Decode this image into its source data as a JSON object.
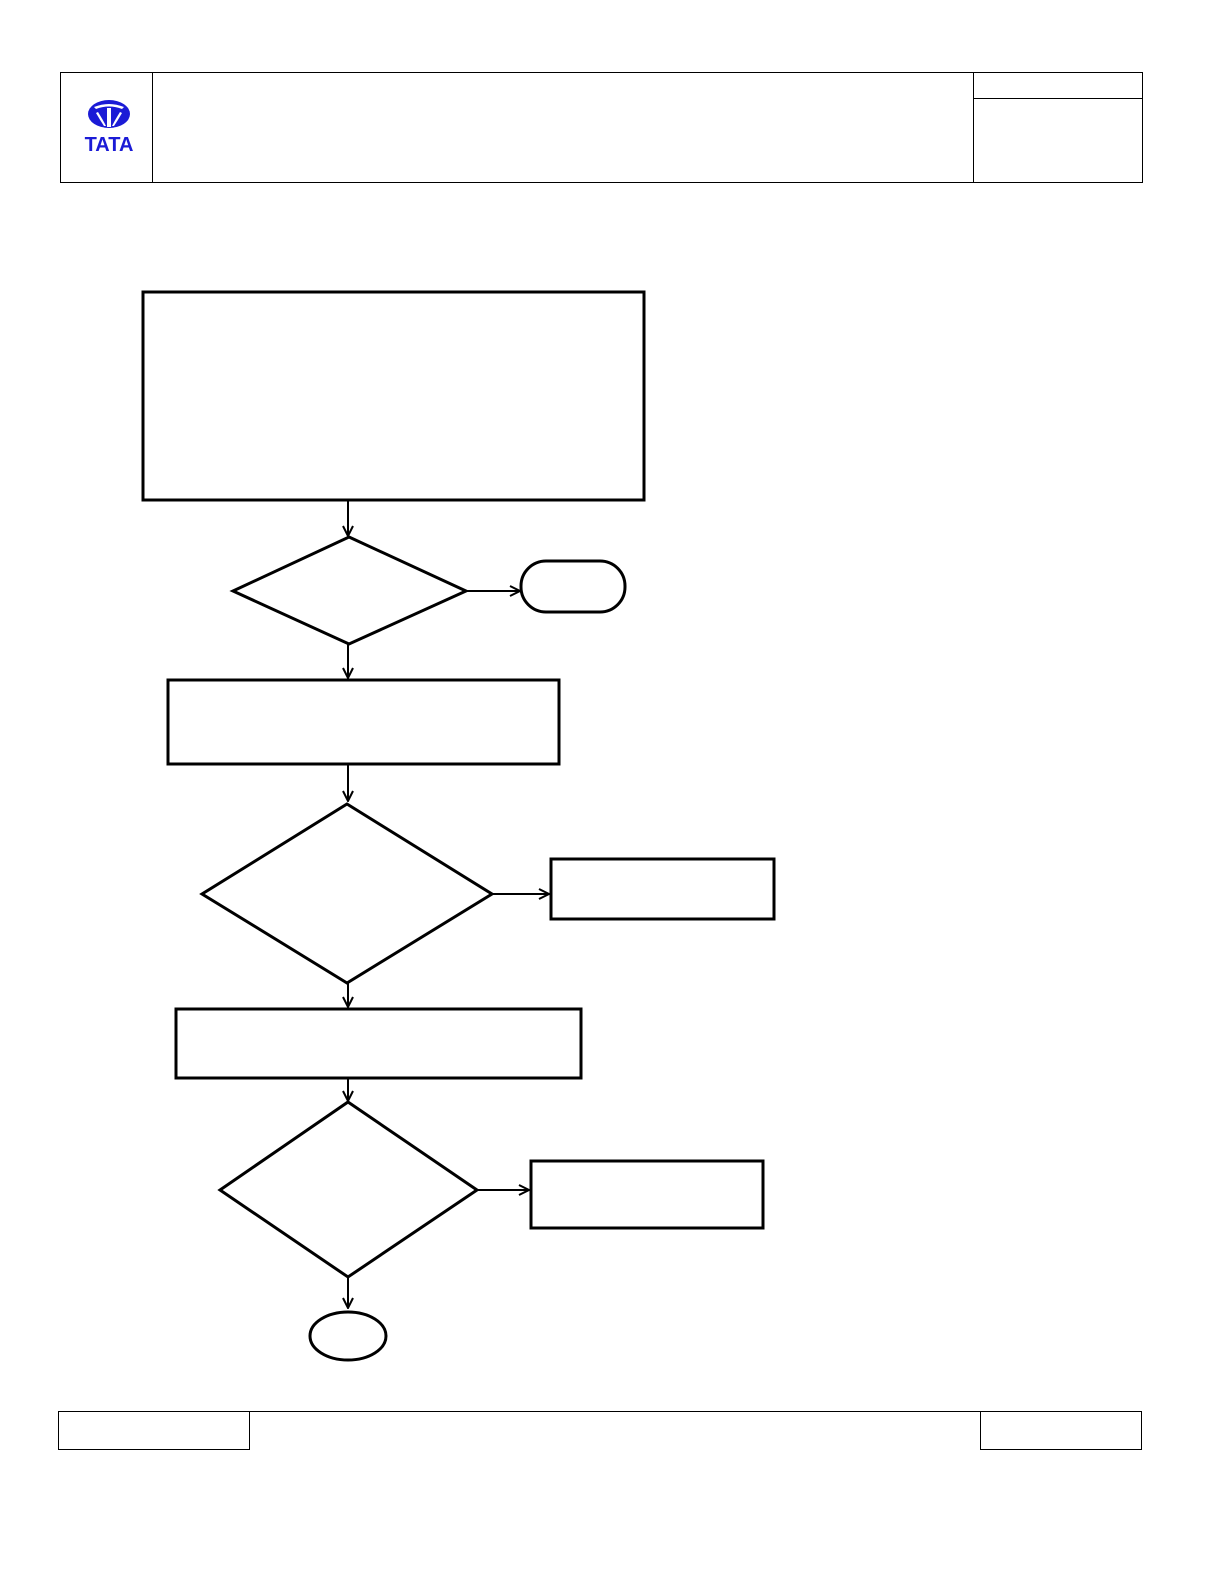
{
  "header": {
    "logo": {
      "brand_text": "TATA",
      "brand_color": "#1b1bd6",
      "icon": "tata-logo-icon"
    },
    "title": "",
    "doc_ref": "",
    "doc_meta": ""
  },
  "flowchart": {
    "nodes": [
      {
        "id": "step-1",
        "shape": "rectangle",
        "label": ""
      },
      {
        "id": "decision-1",
        "shape": "diamond",
        "label": ""
      },
      {
        "id": "terminal-1",
        "shape": "rounded-terminal",
        "label": ""
      },
      {
        "id": "step-2",
        "shape": "rectangle",
        "label": ""
      },
      {
        "id": "decision-2",
        "shape": "diamond",
        "label": ""
      },
      {
        "id": "side-step-2",
        "shape": "rectangle",
        "label": ""
      },
      {
        "id": "step-3",
        "shape": "rectangle",
        "label": ""
      },
      {
        "id": "decision-3",
        "shape": "diamond",
        "label": ""
      },
      {
        "id": "side-step-3",
        "shape": "rectangle",
        "label": ""
      },
      {
        "id": "end",
        "shape": "ellipse",
        "label": ""
      }
    ],
    "edges": [
      {
        "from": "step-1",
        "to": "decision-1"
      },
      {
        "from": "decision-1",
        "to": "terminal-1"
      },
      {
        "from": "decision-1",
        "to": "step-2"
      },
      {
        "from": "step-2",
        "to": "decision-2"
      },
      {
        "from": "decision-2",
        "to": "side-step-2"
      },
      {
        "from": "decision-2",
        "to": "step-3"
      },
      {
        "from": "step-3",
        "to": "decision-3"
      },
      {
        "from": "decision-3",
        "to": "side-step-3"
      },
      {
        "from": "decision-3",
        "to": "end"
      }
    ],
    "stroke_color": "#000000"
  },
  "footer": {
    "left": "",
    "center": "",
    "right": ""
  }
}
